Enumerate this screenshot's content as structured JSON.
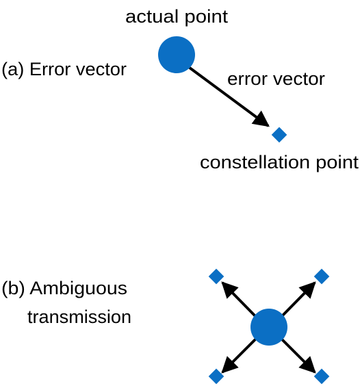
{
  "panel_a": {
    "caption": "(a) Error vector",
    "actual_point_label": "actual point",
    "error_vector_label": "error vector",
    "constellation_point_label": "constellation point"
  },
  "panel_b": {
    "caption_line1": "(b) Ambiguous",
    "caption_line2": "transmission"
  },
  "colors": {
    "point_fill": "#0B6FC4",
    "arrow": "#000000",
    "text": "#000000",
    "background": "#ffffff"
  },
  "icons": {
    "actual_point": "filled-circle",
    "constellation_point": "filled-diamond",
    "vector": "arrow"
  }
}
